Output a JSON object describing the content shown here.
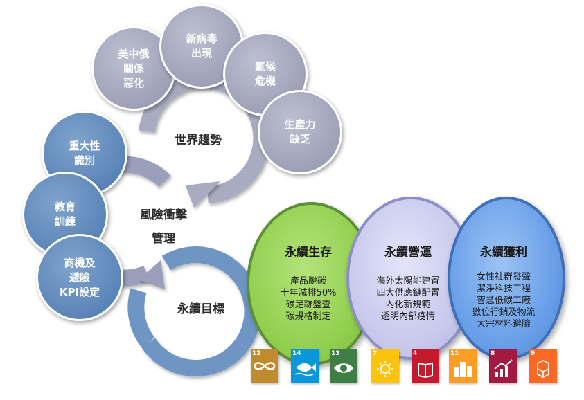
{
  "world_trends": {
    "center_label": "世界趨勢",
    "bubbles": [
      "美中俄\n關係\n惡化",
      "新病毒\n出現",
      "氣候\n危機",
      "生產力\n缺乏"
    ]
  },
  "risk_management": {
    "center_label_line1": "風險衝擊",
    "center_label_line2": "管理",
    "bubbles": [
      "重大性\n識別",
      "教育\n訓練",
      "商機及\n避險\nKPI設定"
    ]
  },
  "sustainability_goal": {
    "center_label": "永續目標"
  },
  "pillars": [
    {
      "title": "永續生存",
      "items": [
        "產品脫碳",
        "十年減排50%",
        "碳足跡盤查",
        "碳規格制定"
      ]
    },
    {
      "title": "永續營運",
      "items": [
        "海外太陽能建置",
        "四大供應鏈配置",
        "內化新規範",
        "透明內部疫情"
      ]
    },
    {
      "title": "永續獲利",
      "items": [
        "女性社群發聲",
        "潔淨科技工程",
        "智慧低碳工廠",
        "數位行銷及物流",
        "大宗材料避險"
      ]
    }
  ],
  "sdg_icons": [
    {
      "number": "12",
      "color": "#bf8b2e",
      "icon": "infinity-icon"
    },
    {
      "number": "14",
      "color": "#0a97d9",
      "icon": "fish-icon"
    },
    {
      "number": "13",
      "color": "#3f7e44",
      "icon": "eye-icon"
    },
    {
      "number": "7",
      "color": "#fcc30b",
      "icon": "sun-icon"
    },
    {
      "number": "4",
      "color": "#c5192d",
      "icon": "book-icon"
    },
    {
      "number": "11",
      "color": "#fd9d24",
      "icon": "city-icon"
    },
    {
      "number": "8",
      "color": "#a21942",
      "icon": "growth-chart-icon"
    },
    {
      "number": "9",
      "color": "#fd6925",
      "icon": "cubes-icon"
    }
  ],
  "colors": {
    "ring_gray": "#a9acc0",
    "ring_blue": "#6e95c3",
    "oval_green": "#92d050",
    "oval_lavender": "#c6c7eb",
    "oval_blue": "#6aa0e8"
  }
}
